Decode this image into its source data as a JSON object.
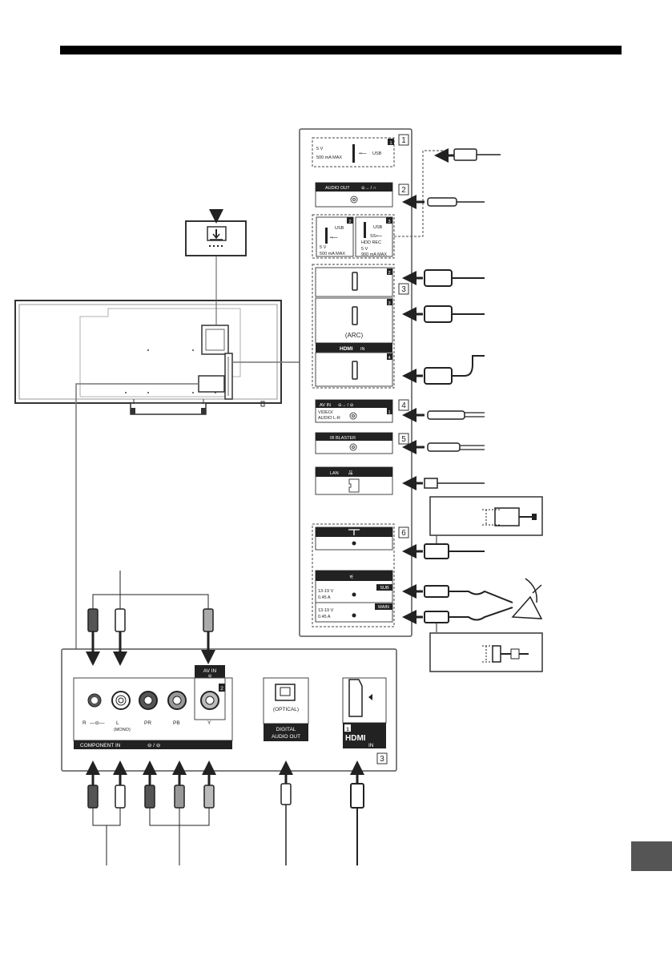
{
  "usb1": {
    "num": "1",
    "volt": "5 V",
    "curr": "500 mA MAX",
    "label": "USB"
  },
  "audio_out": {
    "label": "AUDIO OUT"
  },
  "usb2": {
    "num": "2",
    "label": "USB",
    "volt": "5 V",
    "curr": "500 mA MAX"
  },
  "usb3": {
    "num": "3",
    "label": "USB",
    "sub": "HDD REC",
    "volt": "5 V",
    "curr": "900 mA MAX"
  },
  "hdmi_panel": {
    "port2": "2",
    "port3": "3",
    "arc": "(ARC)",
    "port4": "4",
    "logo": "HDMI",
    "in": "IN"
  },
  "av_in": {
    "label": "AV IN",
    "num": "1",
    "line1": "VIDEO/",
    "line2": "AUDIO L-R"
  },
  "ir_blaster": {
    "label": "IR BLASTER"
  },
  "lan": {
    "label": "LAN"
  },
  "sat": {
    "sub": "SUB",
    "main": "MAIN",
    "volt_sub": "13-19 V",
    "curr_sub": "0.45 A",
    "volt_main": "13-19 V",
    "curr_main": "0.45 A"
  },
  "callouts": [
    "1",
    "2",
    "3",
    "4",
    "5",
    "6"
  ],
  "bottom_panel": {
    "av_in2": "AV IN",
    "av_in2_num": "2",
    "r": "R",
    "l": "L",
    "mono": "(MONO)",
    "pr": "PR",
    "pb": "PB",
    "y": "Y",
    "component": "COMPONENT IN",
    "optical": "(OPTICAL)",
    "digital1": "DIGITAL",
    "digital2": "AUDIO OUT",
    "hdmi1_num": "1",
    "hdmi1_logo": "HDMI",
    "hdmi1_in": "IN",
    "callout": "3"
  }
}
